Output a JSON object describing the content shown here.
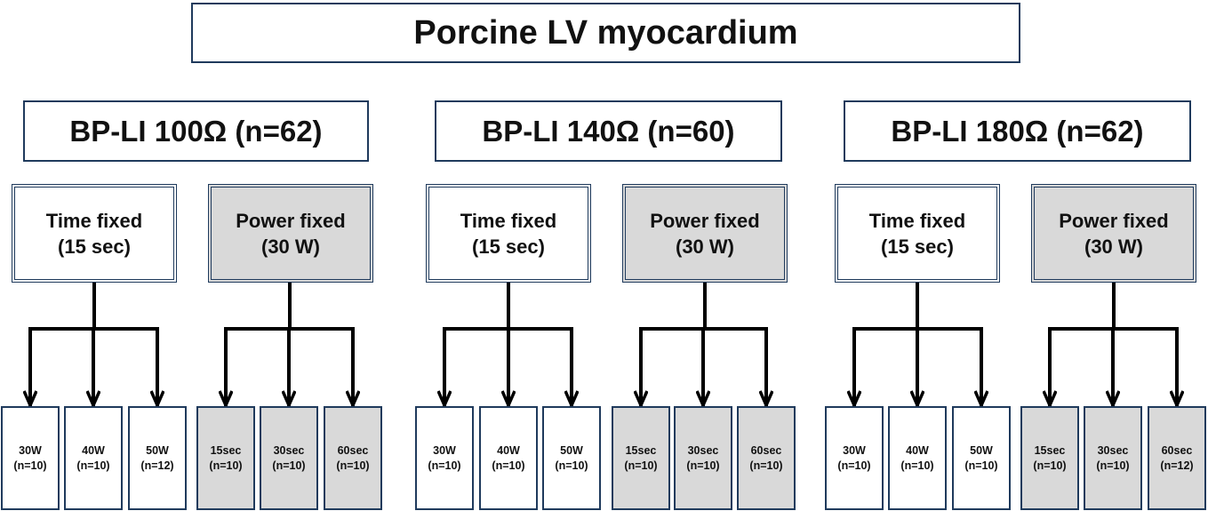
{
  "title": "Porcine LV myocardium",
  "groups": [
    {
      "label": "BP-LI 100Ω (n=62)",
      "time_fixed": {
        "title": "Time fixed",
        "subtitle": "(15 sec)",
        "leaves": [
          {
            "label": "30W",
            "n": "(n=10)"
          },
          {
            "label": "40W",
            "n": "(n=10)"
          },
          {
            "label": "50W",
            "n": "(n=12)"
          }
        ]
      },
      "power_fixed": {
        "title": "Power fixed",
        "subtitle": "(30 W)",
        "leaves": [
          {
            "label": "15sec",
            "n": "(n=10)"
          },
          {
            "label": "30sec",
            "n": "(n=10)"
          },
          {
            "label": "60sec",
            "n": "(n=10)"
          }
        ]
      }
    },
    {
      "label": "BP-LI 140Ω (n=60)",
      "time_fixed": {
        "title": "Time fixed",
        "subtitle": "(15 sec)",
        "leaves": [
          {
            "label": "30W",
            "n": "(n=10)"
          },
          {
            "label": "40W",
            "n": "(n=10)"
          },
          {
            "label": "50W",
            "n": "(n=10)"
          }
        ]
      },
      "power_fixed": {
        "title": "Power fixed",
        "subtitle": "(30 W)",
        "leaves": [
          {
            "label": "15sec",
            "n": "(n=10)"
          },
          {
            "label": "30sec",
            "n": "(n=10)"
          },
          {
            "label": "60sec",
            "n": "(n=10)"
          }
        ]
      }
    },
    {
      "label": "BP-LI 180Ω (n=62)",
      "time_fixed": {
        "title": "Time fixed",
        "subtitle": "(15 sec)",
        "leaves": [
          {
            "label": "30W",
            "n": "(n=10)"
          },
          {
            "label": "40W",
            "n": "(n=10)"
          },
          {
            "label": "50W",
            "n": "(n=10)"
          }
        ]
      },
      "power_fixed": {
        "title": "Power fixed",
        "subtitle": "(30 W)",
        "leaves": [
          {
            "label": "15sec",
            "n": "(n=10)"
          },
          {
            "label": "30sec",
            "n": "(n=10)"
          },
          {
            "label": "60sec",
            "n": "(n=12)"
          }
        ]
      }
    }
  ],
  "colors": {
    "border": "#1f3a5c",
    "gray_fill": "#d9d9d9",
    "arrow": "#000000"
  }
}
